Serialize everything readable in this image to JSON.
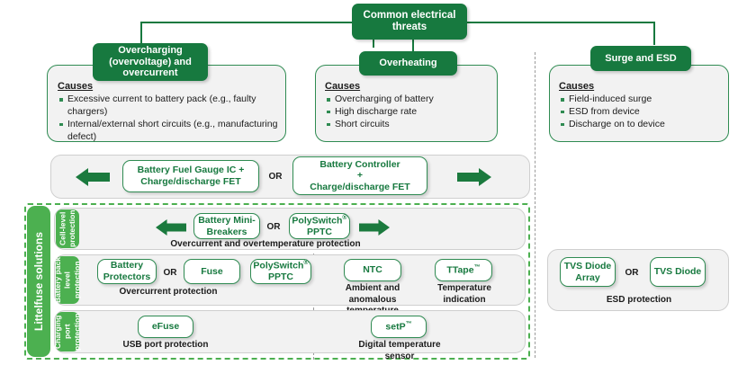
{
  "colors": {
    "dark_green": "#17793f",
    "mid_green": "#2f8b52",
    "light_green": "#4cb050",
    "panel_grey": "#f2f2f2",
    "text_dark": "#1b1b1b"
  },
  "root": {
    "label": "Common electrical threats"
  },
  "threats": [
    {
      "id": "overcharging",
      "title": "Overcharging (overvoltage) and overcurrent",
      "causes_label": "Causes",
      "causes": [
        "Excessive current to battery pack (e.g., faulty chargers)",
        "Internal/external short circuits (e.g., manufacturing defect)"
      ]
    },
    {
      "id": "overheating",
      "title": "Overheating",
      "causes_label": "Causes",
      "causes": [
        "Overcharging of battery",
        "High discharge rate",
        "Short circuits"
      ]
    },
    {
      "id": "surge-esd",
      "title": "Surge and ESD",
      "causes_label": "Causes",
      "causes": [
        "Field-induced surge",
        "ESD from device",
        "Discharge on to device"
      ]
    }
  ],
  "control_row": {
    "left_arrow": "left-arrow-icon",
    "right_arrow": "right-arrow-icon",
    "or_label": "OR",
    "option_a": "Battery Fuel Gauge IC + Charge/discharge FET",
    "option_b_line1": "Battery Controller",
    "option_b_line2": "+",
    "option_b_line3": "Charge/discharge FET"
  },
  "littelfuse": {
    "label": "Littelfuse solutions"
  },
  "rows": [
    {
      "tab": "Cell-level protection",
      "chips": [
        {
          "name": "Battery Mini-Breakers",
          "sup": ""
        },
        {
          "name": "PolySwitch",
          "sup": "®",
          "second_line": "PPTC"
        }
      ],
      "or_label": "OR",
      "caption": "Overcurrent and overtemperature protection"
    },
    {
      "tab": "Battery pack level protection",
      "chips": [
        {
          "name": "Battery Protectors",
          "sup": ""
        },
        {
          "name": "Fuse",
          "sup": ""
        },
        {
          "name": "PolySwitch",
          "sup": "®",
          "second_line": "PPTC"
        }
      ],
      "or_label": "OR",
      "caption": "Overcurrent protection",
      "thermal_chips": [
        {
          "name": "NTC",
          "sup": "",
          "caption": "Ambient and anomalous temperature"
        },
        {
          "name": "TTape",
          "sup": "™",
          "caption": "Temperature indication"
        }
      ]
    },
    {
      "tab": "Charging port protection",
      "chips": [
        {
          "name": "eFuse",
          "sup": ""
        }
      ],
      "caption": "USB port protection",
      "thermal_chips": [
        {
          "name": "setP",
          "sup": "™",
          "caption": "Digital temperature sensor"
        }
      ]
    }
  ],
  "esd": {
    "chips": [
      {
        "name": "TVS Diode Array"
      },
      {
        "name": "TVS Diode"
      }
    ],
    "or_label": "OR",
    "caption": "ESD protection"
  }
}
